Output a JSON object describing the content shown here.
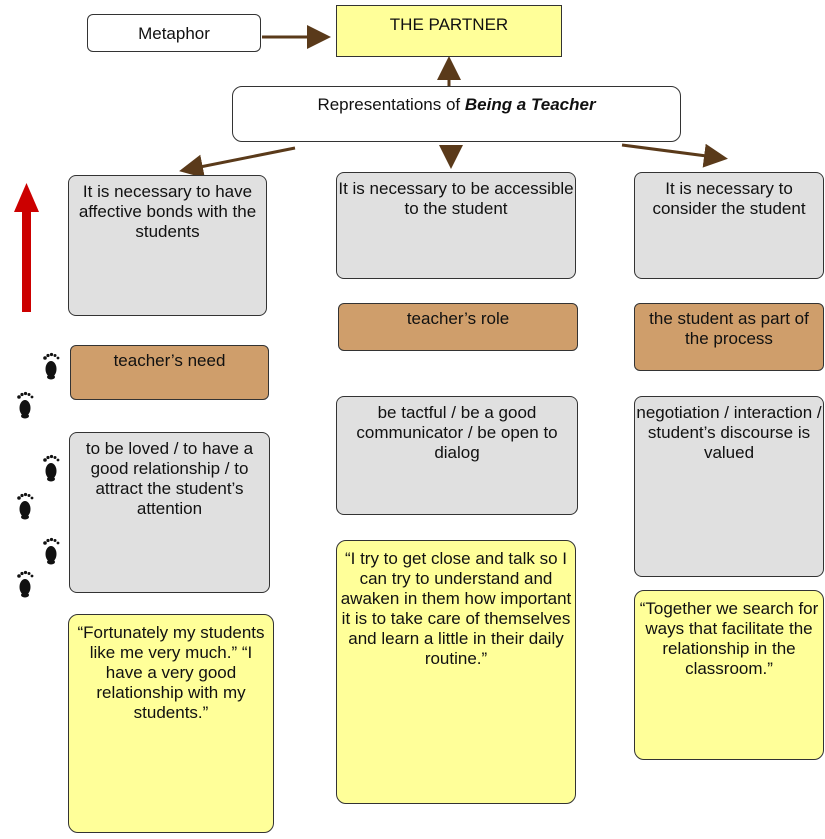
{
  "header": {
    "metaphor_label": "Metaphor",
    "title": "THE PARTNER",
    "representation_prefix": "Representations of ",
    "representation_emph": "Being a Teacher"
  },
  "columns": [
    {
      "necessity": "It is necessary to have affective bonds with the students",
      "category": "teacher’s need",
      "description": "to be loved / to have a good relationship / to attract the student’s attention",
      "quote": "“Fortunately my students like me very much.” “I have a very good relationship with my students.”"
    },
    {
      "necessity": "It is necessary to be accessible to the student",
      "category": "teacher’s role",
      "description": "be tactful / be a good communicator / be open to dialog",
      "quote": "“I try to get close and talk so I can try to understand and awaken in them how important it is to take care of themselves and learn a little in their daily routine.”"
    },
    {
      "necessity": "It is necessary to consider the student",
      "category": "the student as part of the process",
      "description": "negotiation / interaction / student’s discourse is valued",
      "quote": "“Together we search for ways that facilitate the relationship in the classroom.”"
    }
  ],
  "icons": {
    "up_arrow": "red-up-arrow",
    "footprints": "footprints-icon"
  },
  "colors": {
    "title_fill": "#ffff99",
    "necessity_fill": "#e0e0e0",
    "category_fill": "#cf9e6b",
    "quote_fill": "#ffff99",
    "arrow": "#5a3a1a",
    "up_arrow": "#cc0000"
  }
}
